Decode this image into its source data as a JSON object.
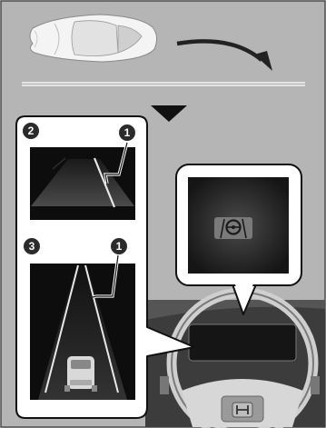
{
  "callouts": {
    "top_left_number": "2",
    "top_right_number": "1",
    "bottom_left_number": "3",
    "bottom_right_number": "1"
  },
  "icons": {
    "car_top_view": "car-top-view-icon",
    "turn_arrow": "curved-arrow-icon",
    "down_arrow": "down-triangle-icon",
    "lane_assist": "steering-wheel-lane-icon",
    "brand_logo": "h-emblem-icon"
  },
  "colors": {
    "page_background": "#b5b5b5",
    "panel_dark": "#0d0d0d",
    "badge": "#2b2b2b",
    "lane_marker": "#e8e8e8"
  }
}
